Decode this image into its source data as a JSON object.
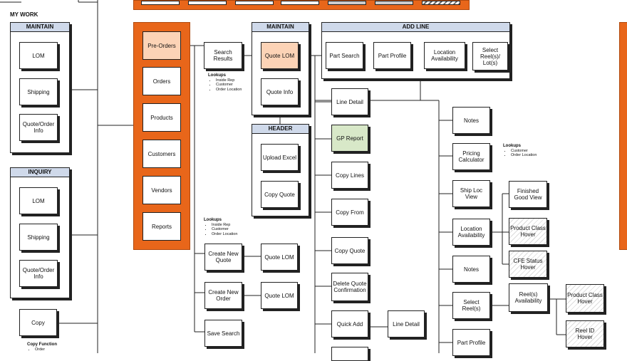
{
  "page": {
    "title": "MY WORK",
    "copy_function": {
      "title": "Copy Function",
      "items": [
        "Order"
      ]
    }
  },
  "panels": {
    "my_work_maintain": {
      "header": "MAINTAIN",
      "items": [
        "LOM",
        "Shipping",
        "Quote/Order Info"
      ]
    },
    "inquiry": {
      "header": "INQUIRY",
      "items": [
        "LOM",
        "Shipping",
        "Quote/Order Info"
      ]
    },
    "copy": "Copy",
    "orange_menu": [
      "Pre-Orders",
      "Orders",
      "Products",
      "Customers",
      "Vendors",
      "Reports"
    ],
    "maintain": {
      "header": "MAINTAIN",
      "items": [
        "Quote LOM",
        "Quote Info"
      ]
    },
    "header": {
      "header": "HEADER",
      "items": [
        "Upload Excel",
        "Copy Quote"
      ]
    },
    "add_line": {
      "header": "ADD LINE",
      "items": [
        "Part Search",
        "Part Profile",
        "Location Availability",
        "Select Reel(s)/ Lot(s)"
      ]
    }
  },
  "nodes": {
    "search_results": "Search Results",
    "create_new_quote": "Create New Quote",
    "create_new_order": "Create New Order",
    "save_search": "Save Search",
    "quote_lom_1": "Quote LOM",
    "quote_lom_2": "Quote LOM",
    "line_detail": "Line Detail",
    "gp_report": "GP Report",
    "copy_lines": "Copy Lines",
    "copy_from": "Copy From",
    "copy_quote": "Copy Quote",
    "delete_quote_confirmation": "Delete Quote Confirmation",
    "quick_add": "Quick Add",
    "quick_add_line_detail": "Line Detail",
    "notes_1": "Notes",
    "pricing_calculator": "Pricing Calculator",
    "ship_loc_view": "Ship Loc View",
    "location_availability": "Location Availability",
    "notes_2": "Notes",
    "select_reels": "Select Reel(s)",
    "part_profile": "Part Profile",
    "finished_good_view": "Finished Good View",
    "product_class_hover_1": "Product Class Hover",
    "cfe_status_hover": "CFE Status Hover",
    "reels_availability": "Reel(s) Availability",
    "product_class_hover_2": "Product Class Hover",
    "reel_id_hover": "Reel ID Hover"
  },
  "lookups": {
    "search": {
      "title": "Lookups",
      "items": [
        "Inside Rep",
        "Customer",
        "Order Location"
      ]
    },
    "create": {
      "title": "Lookups",
      "items": [
        "Inside Rep",
        "Customer",
        "Order Location"
      ]
    },
    "pricing": {
      "title": "Lookups",
      "items": [
        "Customer",
        "Order Location"
      ]
    }
  },
  "colors": {
    "orange": "#e8661a",
    "panel_header": "#cfd9ea",
    "peach": "#fcd3b6",
    "green": "#d8e8c8"
  }
}
